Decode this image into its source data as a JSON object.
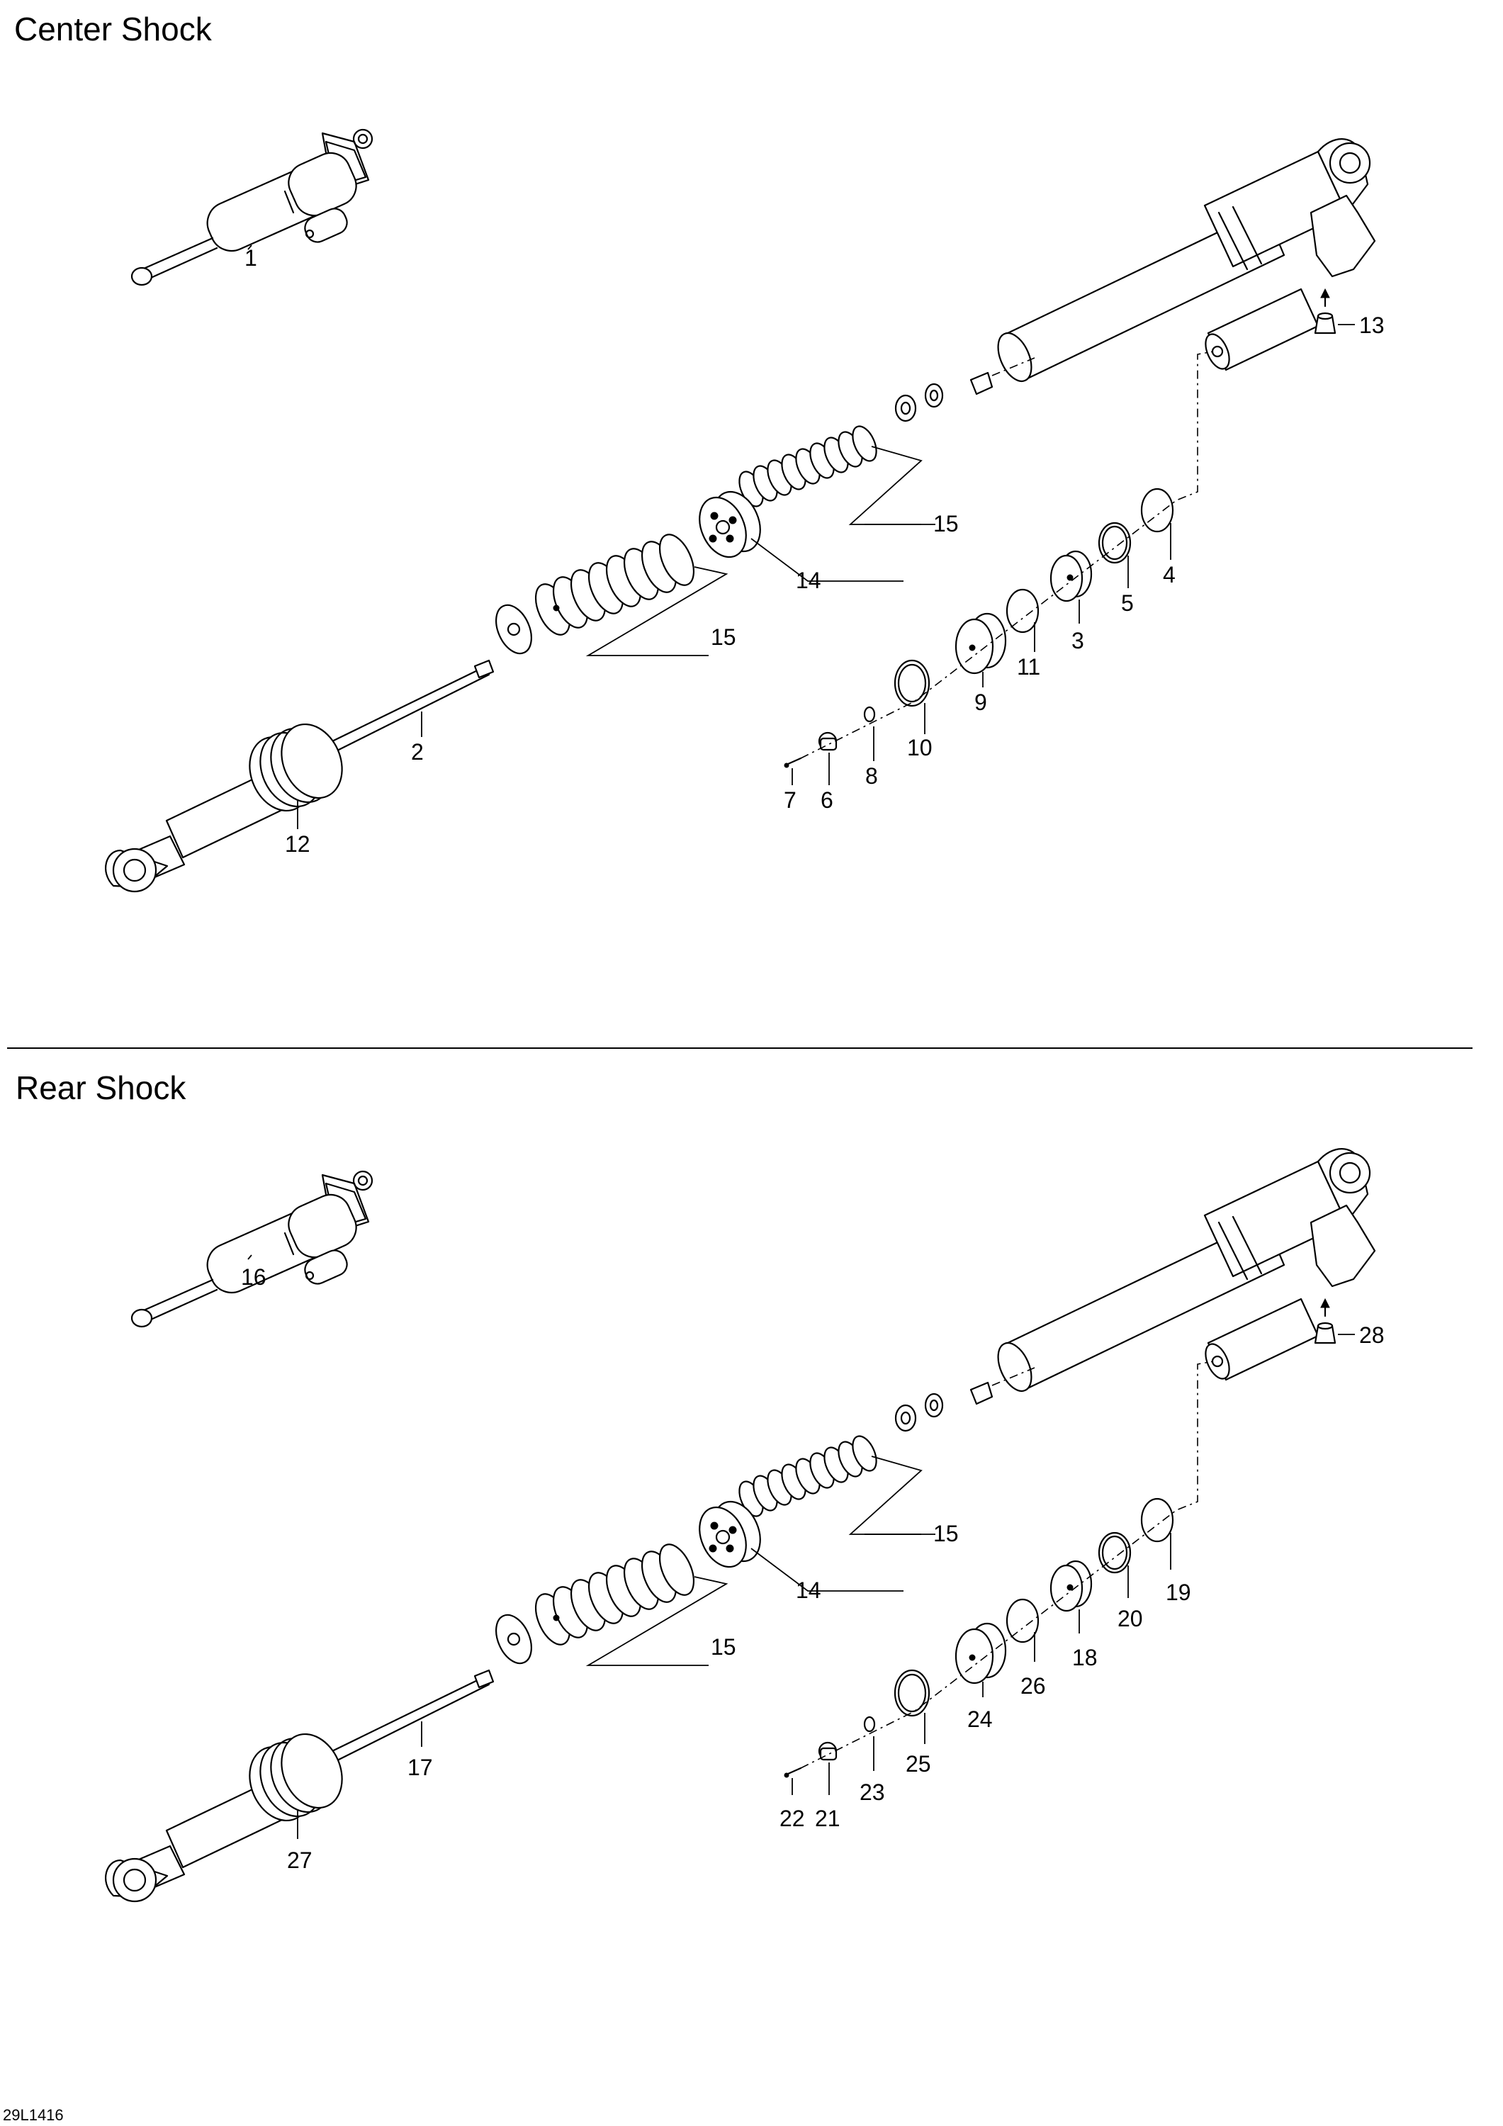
{
  "sections": [
    {
      "title": "Center Shock",
      "labels": [
        "1",
        "2",
        "3",
        "4",
        "5",
        "6",
        "7",
        "8",
        "9",
        "10",
        "11",
        "12",
        "13",
        "14",
        "15",
        "15"
      ]
    },
    {
      "title": "Rear Shock",
      "labels": [
        "16",
        "17",
        "18",
        "19",
        "20",
        "21",
        "22",
        "23",
        "24",
        "25",
        "26",
        "27",
        "28",
        "14",
        "15",
        "15"
      ]
    }
  ],
  "footer": "29L1416"
}
